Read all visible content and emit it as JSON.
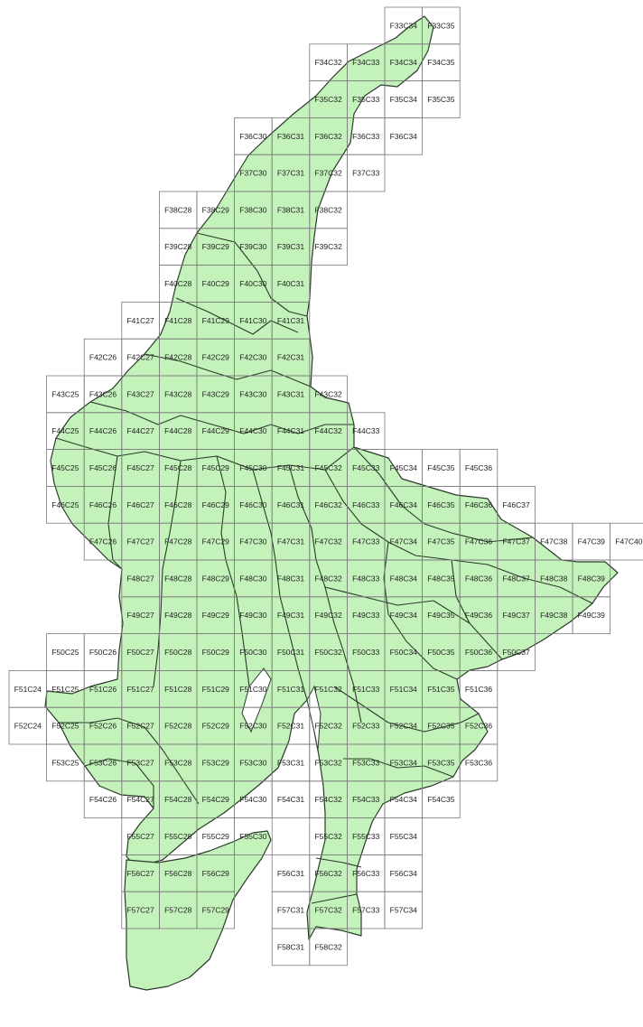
{
  "map": {
    "land_fill": "#c4f2bb",
    "grid_stroke": "#7a7a7a",
    "tile_rows": [
      [
        "F33",
        [
          "C34",
          "C35"
        ]
      ],
      [
        "F34",
        [
          "C32",
          "C33",
          "C34",
          "C35"
        ]
      ],
      [
        "F35",
        [
          "C32",
          "C33",
          "C34",
          "C35"
        ]
      ],
      [
        "F36",
        [
          "C30",
          "C31",
          "C32",
          "C33",
          "C34"
        ]
      ],
      [
        "F37",
        [
          "C30",
          "C31",
          "C32",
          "C33"
        ]
      ],
      [
        "F38",
        [
          "C28",
          "C29",
          "C30",
          "C31",
          "C32"
        ]
      ],
      [
        "F39",
        [
          "C28",
          "C29",
          "C30",
          "C31",
          "C32"
        ]
      ],
      [
        "F40",
        [
          "C28",
          "C29",
          "C30",
          "C31"
        ]
      ],
      [
        "F41",
        [
          "C27",
          "C28",
          "C29",
          "C30",
          "C31"
        ]
      ],
      [
        "F42",
        [
          "C26",
          "C27",
          "C28",
          "C29",
          "C30",
          "C31"
        ]
      ],
      [
        "F43",
        [
          "C25",
          "C26",
          "C27",
          "C28",
          "C29",
          "C30",
          "C31",
          "C32"
        ]
      ],
      [
        "F44",
        [
          "C25",
          "C26",
          "C27",
          "C28",
          "C29",
          "C30",
          "C31",
          "C32",
          "C33"
        ]
      ],
      [
        "F45",
        [
          "C25",
          "C26",
          "C27",
          "C28",
          "C29",
          "C30",
          "C31",
          "C32",
          "C33",
          "C34",
          "C35",
          "C36"
        ]
      ],
      [
        "F46",
        [
          "C25",
          "C26",
          "C27",
          "C28",
          "C29",
          "C30",
          "C31",
          "C32",
          "C33",
          "C34",
          "C35",
          "C36",
          "C37"
        ]
      ],
      [
        "F47",
        [
          "C26",
          "C27",
          "C28",
          "C29",
          "C30",
          "C31",
          "C32",
          "C33",
          "C34",
          "C35",
          "C36",
          "C37",
          "C38",
          "C39",
          "C40"
        ]
      ],
      [
        "F48",
        [
          "C27",
          "C28",
          "C29",
          "C30",
          "C31",
          "C32",
          "C33",
          "C34",
          "C35",
          "C36",
          "C37",
          "C38",
          "C39"
        ]
      ],
      [
        "F49",
        [
          "C27",
          "C28",
          "C29",
          "C30",
          "C31",
          "C32",
          "C33",
          "C34",
          "C35",
          "C36",
          "C37",
          "C38",
          "C39"
        ]
      ],
      [
        "F50",
        [
          "C25",
          "C26",
          "C27",
          "C28",
          "C29",
          "C30",
          "C31",
          "C32",
          "C33",
          "C34",
          "C35",
          "C36",
          "C37"
        ]
      ],
      [
        "F51",
        [
          "C24",
          "C25",
          "C26",
          "C27",
          "C28",
          "C29",
          "C30",
          "C31",
          "C32",
          "C33",
          "C34",
          "C35",
          "C36"
        ]
      ],
      [
        "F52",
        [
          "C24",
          "C25",
          "C26",
          "C27",
          "C28",
          "C29",
          "C30",
          "C31",
          "C32",
          "C33",
          "C34",
          "C35",
          "C36"
        ]
      ],
      [
        "F53",
        [
          "C25",
          "C26",
          "C27",
          "C28",
          "C29",
          "C30",
          "C31",
          "C32",
          "C33",
          "C34",
          "C35",
          "C36"
        ]
      ],
      [
        "F54",
        [
          "C26",
          "C27",
          "C28",
          "C29",
          "C30",
          "C31",
          "C32",
          "C33",
          "C34",
          "C35"
        ]
      ],
      [
        "F55",
        [
          "C27",
          "C28",
          "C29",
          "C30",
          "C32",
          "C33",
          "C34"
        ]
      ],
      [
        "F56",
        [
          "C27",
          "C28",
          "C29",
          "C31",
          "C32",
          "C33",
          "C34"
        ]
      ],
      [
        "F57",
        [
          "C27",
          "C28",
          "C29",
          "C31",
          "C32",
          "C33",
          "C34"
        ]
      ],
      [
        "F58",
        [
          "C31",
          "C32"
        ]
      ]
    ]
  }
}
